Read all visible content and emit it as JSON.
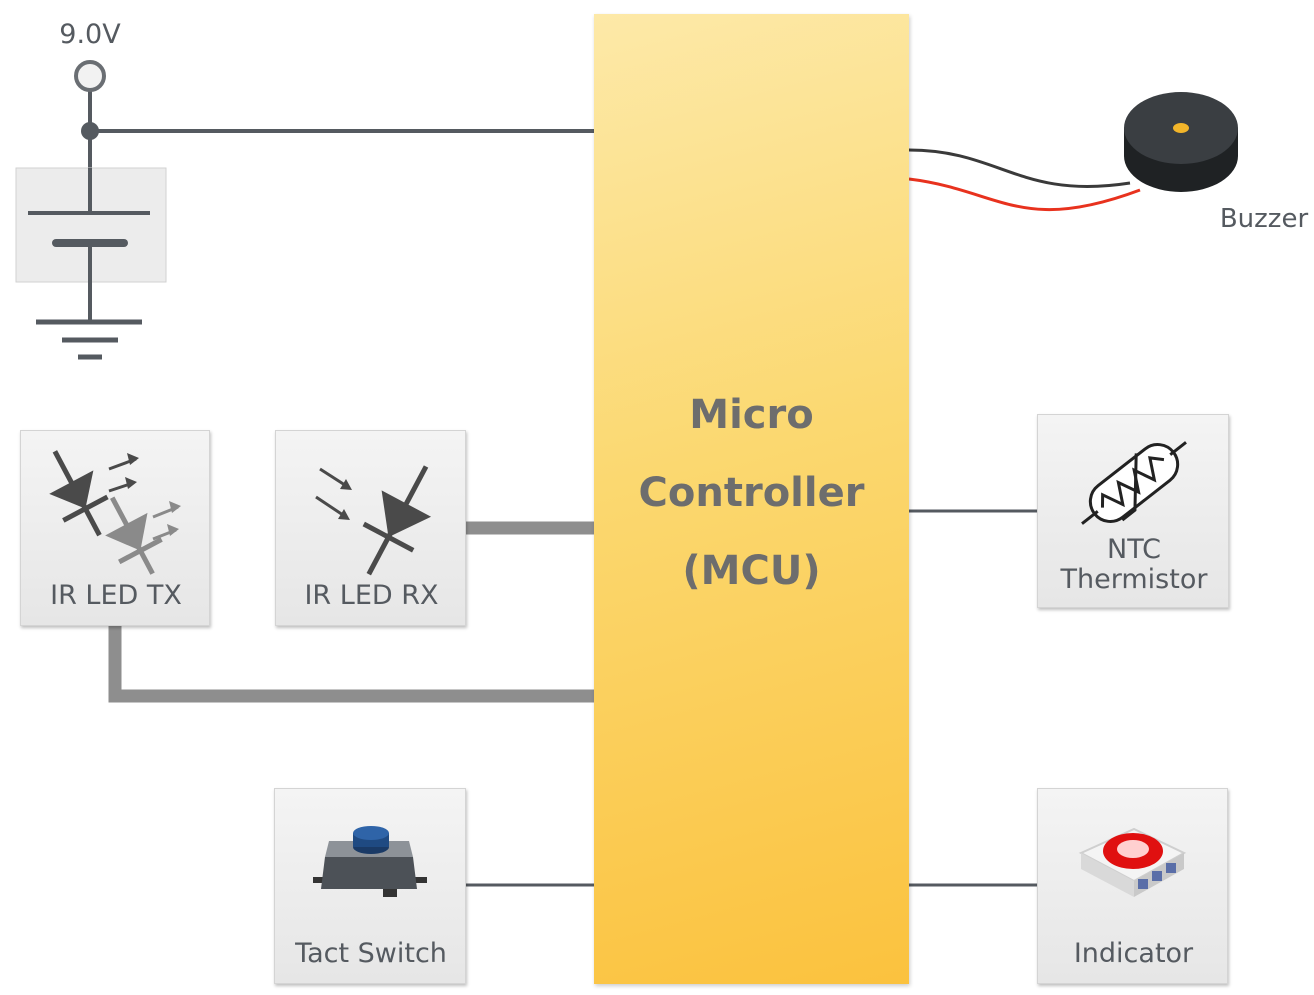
{
  "supply": {
    "voltage": "9.0V"
  },
  "mcu": {
    "lines": [
      "Micro",
      "Controller",
      "(MCU)"
    ],
    "color_top": "#fde9a8",
    "color_bottom": "#fbc23e"
  },
  "components": {
    "buzzer": {
      "label": "Buzzer"
    },
    "ir_led_tx": {
      "label": "IR LED TX"
    },
    "ir_led_rx": {
      "label": "IR LED RX"
    },
    "ntc": {
      "label_line1": "NTC",
      "label_line2": "Thermistor"
    },
    "tact_switch": {
      "label": "Tact Switch"
    },
    "indicator": {
      "label": "Indicator"
    }
  },
  "colors": {
    "wire": "#555a60",
    "bus": "#8e8e8e",
    "buzzer_red": "#e8321e",
    "led_red": "#e01010"
  }
}
